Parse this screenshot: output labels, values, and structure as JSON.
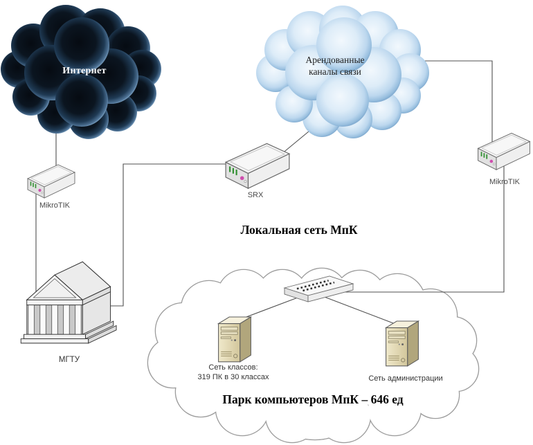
{
  "diagram": {
    "internet_cloud": {
      "label": "Интернет"
    },
    "leased_cloud": {
      "line1": "Арендованные",
      "line2": "каналы связи"
    },
    "router_left": {
      "label": "MikroTIK"
    },
    "router_center": {
      "label": "SRX"
    },
    "router_right": {
      "label": "MikroTIK"
    },
    "local_network_title": "Локальная сеть МпК",
    "building": {
      "label": "МГТУ"
    },
    "classrooms_pc": {
      "line1": "Сеть классов:",
      "line2": "319 ПК в 30 классах"
    },
    "admin_pc": {
      "label": "Сеть администрации"
    },
    "park_title": "Парк компьютеров МпК – 646 ед",
    "colors": {
      "internet_cloud_dark": "#0b1520",
      "leased_cloud_blue": "#aecde9",
      "park_cloud_outline": "#9c9c9c",
      "connector_line": "#4f4f4f",
      "router_port_green": "#2f8f2f",
      "router_port_magenta": "#cf4fae",
      "tower_beige": "#d8cc9f"
    }
  }
}
